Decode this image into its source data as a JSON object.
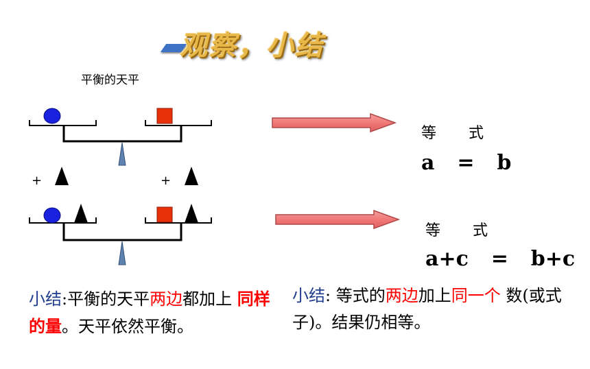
{
  "title": "观察，小结",
  "scale_label": "平衡的天平",
  "plus_sign": "+",
  "equation1": {
    "label": "等     式",
    "expr": "a  =  b"
  },
  "equation2": {
    "label": "等     式",
    "expr": "a+c  =  b+c"
  },
  "summary_left": {
    "head": "小结",
    "colon": ":平衡的天平",
    "red1": "两边",
    "mid": "都加上 ",
    "red2": "同样的量",
    "tail": "。天平依然平衡。"
  },
  "summary_right": {
    "head": "小结",
    "colon": ": 等式的",
    "red1": "两边",
    "mid": "加上",
    "red2": "同一个",
    "tail": " 数(或式子)。结果仍相等。"
  },
  "colors": {
    "ball": "#1a22e0",
    "box": "#e8300a",
    "arrow": "#f08080",
    "pivot": "#5f82b0",
    "title": "#e8b84a",
    "red_text": "#ff0000",
    "blue_text": "#1f3d8c"
  },
  "icons": [
    "blue-ball-icon",
    "red-box-icon",
    "black-triangle-icon",
    "pivot-icon",
    "right-arrow-icon"
  ]
}
